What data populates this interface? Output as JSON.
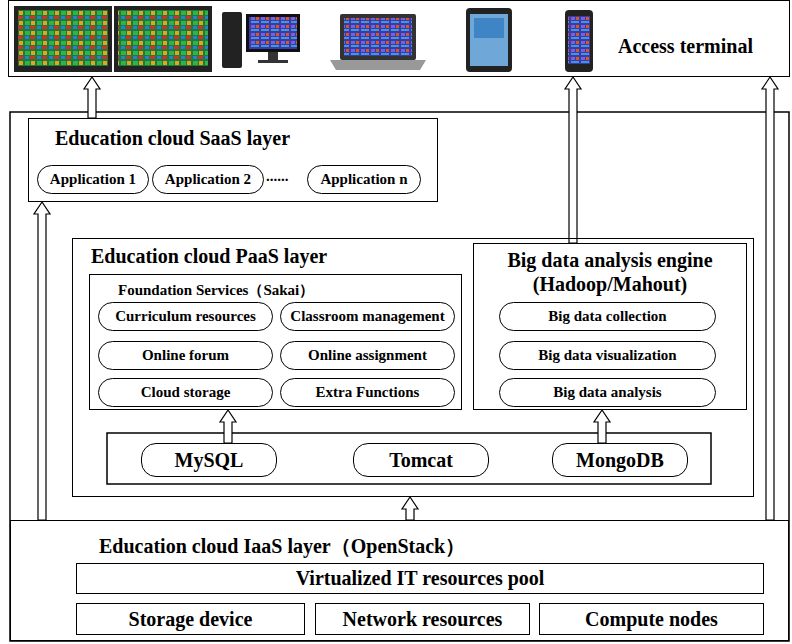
{
  "diagram": {
    "nodes": [
      {
        "text": [
          "Access terminal"
        ]
      },
      {
        "text": [
          "Education cloud SaaS layer"
        ]
      },
      {
        "text": [
          "Application 1"
        ],
        "in": 1
      },
      {
        "text": [
          "Application 2"
        ],
        "in": 1
      },
      {
        "text": [
          "Application n"
        ],
        "in": 1
      },
      {
        "text": [
          "Education cloud PaaS layer"
        ]
      },
      {
        "text": [
          "Foundation Services（Sakai）"
        ],
        "in": 5
      },
      {
        "text": [
          "Curriculum resources"
        ],
        "in": 6
      },
      {
        "text": [
          "Classroom management"
        ],
        "in": 6
      },
      {
        "text": [
          "Online forum"
        ],
        "in": 6
      },
      {
        "text": [
          "Online assignment"
        ],
        "in": 6
      },
      {
        "text": [
          "Cloud storage"
        ],
        "in": 6
      },
      {
        "text": [
          "Extra Functions"
        ],
        "in": 6
      },
      {
        "text": [
          "Big data analysis engine (Hadoop/Mahout)"
        ],
        "in": 5
      },
      {
        "text": [
          "Big data collection"
        ],
        "in": 13
      },
      {
        "text": [
          "Big data visualization"
        ],
        "in": 13
      },
      {
        "text": [
          "Big data analysis"
        ],
        "in": 13
      },
      {
        "text": [
          "MySQL"
        ],
        "in": 5
      },
      {
        "text": [
          "Tomcat"
        ],
        "in": 5
      },
      {
        "text": [
          "MongoDB"
        ],
        "in": 5
      },
      {
        "text": [
          "Education cloud IaaS layer（OpenStack）"
        ]
      },
      {
        "text": [
          "Virtualized IT resources pool"
        ],
        "in": 20
      },
      {
        "text": [
          "Storage device"
        ],
        "in": 20
      },
      {
        "text": [
          "Network resources"
        ],
        "in": 20
      },
      {
        "text": [
          "Compute nodes"
        ],
        "in": 20
      }
    ],
    "edges": [
      {
        "from": 1,
        "to": 0,
        "arrow": "to"
      },
      {
        "from": 13,
        "to": 0,
        "arrow": "to"
      },
      {
        "from": 20,
        "to": 0,
        "arrow": "to"
      },
      {
        "from": 20,
        "to": 1,
        "arrow": "to"
      },
      {
        "from": 20,
        "to": 5,
        "arrow": "to"
      },
      {
        "from": 17,
        "to": 6,
        "arrow": "to"
      },
      {
        "from": 19,
        "to": 13,
        "arrow": "to"
      }
    ],
    "labels": [
      "......"
    ]
  }
}
